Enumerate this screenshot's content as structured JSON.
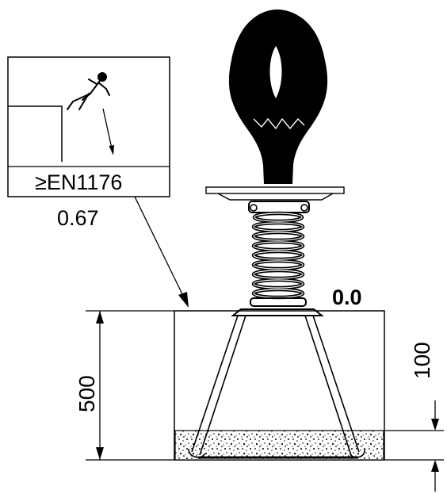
{
  "labels": {
    "standard": "≥EN1176",
    "fall_height": "0.67",
    "ground_level": "0.0",
    "depth": "500",
    "surfacing_depth": "100"
  },
  "colors": {
    "ink": "#000000",
    "background": "#ffffff",
    "dim_line": "#000000"
  },
  "icons": {
    "falling_child": "falling-child-icon",
    "spring": "coil-spring-icon"
  }
}
